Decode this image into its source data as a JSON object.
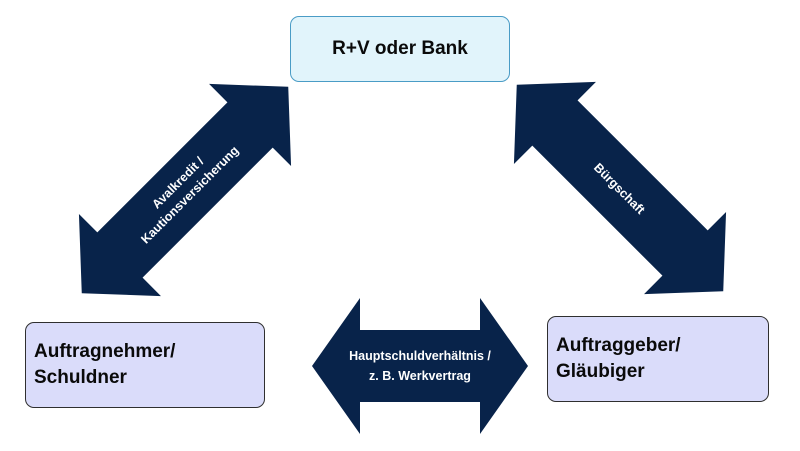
{
  "nodes": {
    "provider": {
      "label": "R+V oder Bank"
    },
    "contractor": {
      "line1": "Auftragnehmer/",
      "line2": "Schuldner"
    },
    "client": {
      "line1": "Auftraggeber/",
      "line2": "Gläubiger"
    }
  },
  "arrows": {
    "left": {
      "line1": "Avalkredit  /",
      "line2": "Kautionsversicherung"
    },
    "right": {
      "label": "Bürgschaft"
    },
    "bottom": {
      "line1": "Hauptschuldverhältnis  /",
      "line2": "z. B. Werkvertrag"
    }
  },
  "colors": {
    "arrow_fill": "#08234a",
    "top_box_fill": "#e1f4fb",
    "top_box_border": "#4a9cc6",
    "party_box_fill": "#dadcfa"
  }
}
